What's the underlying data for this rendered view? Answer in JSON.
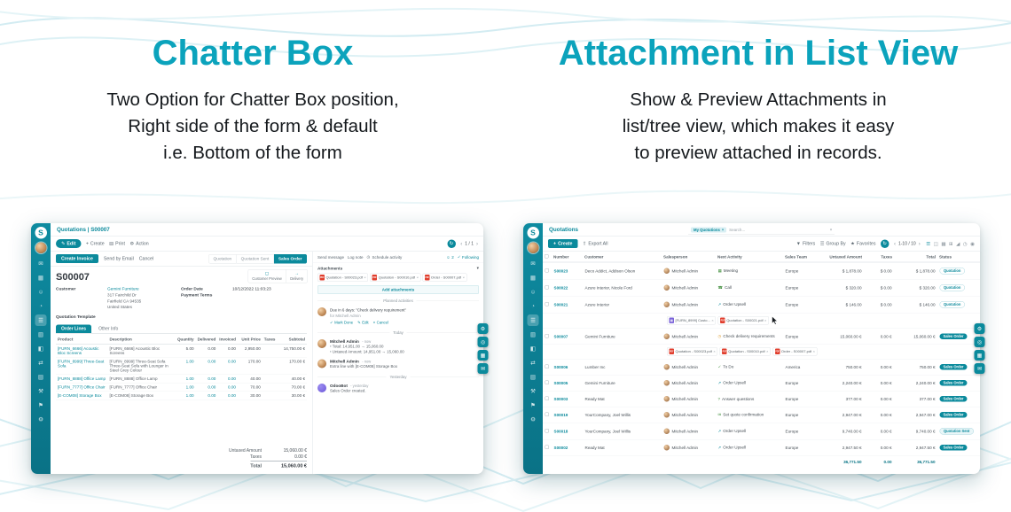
{
  "hero": {
    "left": {
      "title": "Chatter Box",
      "subtitle_lines": [
        "Two Option for Chatter Box position,",
        "Right side of the form & default",
        "i.e. Bottom of the form"
      ]
    },
    "right": {
      "title": "Attachment in List View",
      "subtitle_lines": [
        "Show & Preview Attachments in",
        "list/tree view, which makes it easy",
        "to preview attached in records."
      ]
    }
  },
  "colors": {
    "accent": "#0b8a9c",
    "heading": "#0ba3bc",
    "sidebar": "#0b7e90",
    "pdf_red": "#e03e2d",
    "wave": "#d8eef3"
  },
  "icons": {
    "edit": "✎",
    "plus": "+",
    "print": "▤",
    "gear": "⚙",
    "refresh": "↻",
    "chevron_left": "‹",
    "chevron_right": "›",
    "caret_down": "▾",
    "filter": "▼",
    "group_by": "☰",
    "star": "★",
    "clock": "◷",
    "check": "✓",
    "times": "×",
    "close": "×",
    "envelope": "✉",
    "phone": "☎",
    "upsell": "↗",
    "question": "?",
    "calendar": "▦",
    "person": "☺",
    "export": "⇧",
    "preview": "◻",
    "delivery": "→"
  },
  "sidebar": {
    "logo_text": "S",
    "icons": [
      {
        "name": "discuss-icon",
        "glyph": "✉"
      },
      {
        "name": "calendar-icon",
        "glyph": "▦"
      },
      {
        "name": "contacts-icon",
        "glyph": "☺"
      },
      {
        "name": "crm-icon",
        "glyph": "◔"
      },
      {
        "name": "sales-icon",
        "glyph": "☰",
        "active": true
      },
      {
        "name": "dashboard-icon",
        "glyph": "▥"
      },
      {
        "name": "inventory-icon",
        "glyph": "◧"
      },
      {
        "name": "purchase-icon",
        "glyph": "⇄"
      },
      {
        "name": "accounting-icon",
        "glyph": "▤"
      },
      {
        "name": "manufacturing-icon",
        "glyph": "⚒"
      },
      {
        "name": "marketing-icon",
        "glyph": "⚑"
      },
      {
        "name": "settings-icon",
        "glyph": "⚙"
      }
    ]
  },
  "fabs": [
    {
      "name": "theme-settings-icon",
      "glyph": "⚙"
    },
    {
      "name": "search-icon",
      "glyph": "◎"
    },
    {
      "name": "apps-icon",
      "glyph": "▦"
    },
    {
      "name": "chat-icon",
      "glyph": "✉"
    }
  ],
  "form_app": {
    "breadcrumb": "Quotations | S00007",
    "toolbar": {
      "edit": "Edit",
      "create": "Create",
      "print": "Print",
      "action": "Action",
      "pager": "1 / 1"
    },
    "buttons": {
      "create_invoice": "Create Invoice",
      "send_by_email": "Send by Email",
      "cancel": "Cancel"
    },
    "statusbar": [
      "Quotation",
      "Quotation Sent",
      "Sales Order"
    ],
    "stat_buttons": [
      {
        "label": "Customer Preview"
      },
      {
        "label": "Delivery"
      }
    ],
    "record": {
      "name": "S00007",
      "customer_label": "Customer",
      "customer": "Gemini Furniture",
      "address_lines": [
        "317 Fairchild Dr",
        "Fairfield CA 94535",
        "United States"
      ],
      "order_date_label": "Order Date",
      "order_date": "10/12/2022 11:03:23",
      "payment_terms_label": "Payment Terms",
      "quotation_template_label": "Quotation Template"
    },
    "tabs": [
      "Order Lines",
      "Other Info"
    ],
    "order_lines": {
      "headers": [
        "Product",
        "Description",
        "Quantity",
        "Delivered",
        "Invoiced",
        "Unit Price",
        "Taxes",
        "Subtotal"
      ],
      "rows": [
        {
          "product": "[FURN_6666] Acoustic Bloc Screens",
          "description": "[FURN_6666] Acoustic Bloc Screens",
          "quantity": "5.00",
          "delivered": "0.00",
          "invoiced": "0.00",
          "unit_price": "2,950.00",
          "taxes": "",
          "subtotal": "14,750.00 €"
        },
        {
          "product": "[FURN_8999] Three-Seat Sofa",
          "description": "[FURN_8999] Three-Seat Sofa\nThree-Seat Sofa with Lounger in Steel Grey Colour",
          "quantity": "1.00",
          "delivered": "0.00",
          "invoiced": "0.00",
          "unit_price": "170.00",
          "taxes": "",
          "subtotal": "170.00 €",
          "qty_teal": true
        },
        {
          "product": "[FURN_8888] Office Lamp",
          "description": "[FURN_8888] Office Lamp",
          "quantity": "1.00",
          "delivered": "0.00",
          "invoiced": "0.00",
          "unit_price": "40.00",
          "taxes": "",
          "subtotal": "40.00 €",
          "qty_teal": true
        },
        {
          "product": "[FURN_7777] Office Chair",
          "description": "[FURN_7777] Office Chair",
          "quantity": "1.00",
          "delivered": "0.00",
          "invoiced": "0.00",
          "unit_price": "70.00",
          "taxes": "",
          "subtotal": "70.00 €",
          "qty_teal": true
        },
        {
          "product": "[E-COM08] Storage Box",
          "description": "[E-COM08] Storage Box",
          "quantity": "1.00",
          "delivered": "0.00",
          "invoiced": "0.00",
          "unit_price": "30.00",
          "taxes": "",
          "subtotal": "30.00 €",
          "qty_teal": true
        }
      ]
    },
    "totals": {
      "untaxed_label": "Untaxed Amount",
      "untaxed": "15,060.00 €",
      "taxes_label": "Taxes",
      "taxes": "0.00 €",
      "total_label": "Total",
      "total": "15,060.00 €"
    },
    "chatter": {
      "send_message": "Send message",
      "log_note": "Log note",
      "schedule_activity": "Schedule activity",
      "followers_count": "2",
      "following_label": "Following",
      "attachments_title": "Attachments",
      "attachments": [
        "Quotation - S00023.pdf",
        "Quotation - S00010.pdf",
        "Order - S00007.pdf"
      ],
      "add_attachments_label": "Add attachments",
      "planned_activities_title": "Planned activities",
      "activity": {
        "summary": "Due in 6 days: \"Check delivery requirement\"",
        "assignee": "for Mitchell Admin",
        "mark_done": "Mark Done",
        "edit": "Edit",
        "cancel": "Cancel"
      },
      "today_label": "Today",
      "yesterday_label": "Yesterday",
      "messages": [
        {
          "author": "Mitchell Admin",
          "time": "- now",
          "lines": [
            "Total: 14,951.00 → 15,060.00",
            "Untaxed Amount: 14,951.00 → 15,060.00"
          ]
        },
        {
          "author": "Mitchell Admin",
          "time": "- now",
          "lines": [
            "Extra line with [E-COM08] Storage Box"
          ]
        },
        {
          "author": "OdooBot",
          "time": "- yesterday",
          "lines": [
            "Sales Order created."
          ]
        }
      ]
    }
  },
  "list_app": {
    "title": "Quotations",
    "search": {
      "facet": "My Quotations",
      "placeholder": "Search..."
    },
    "toolbar": {
      "create": "Create",
      "export_all": "Export All"
    },
    "controls": {
      "filters": "Filters",
      "group_by": "Group By",
      "favorites": "Favorites",
      "pager": "1-10 / 10"
    },
    "view_switcher": [
      {
        "name": "list-view-icon",
        "glyph": "☰",
        "active": true
      },
      {
        "name": "kanban-view-icon",
        "glyph": "◫"
      },
      {
        "name": "calendar-view-icon",
        "glyph": "▦"
      },
      {
        "name": "pivot-view-icon",
        "glyph": "⊞"
      },
      {
        "name": "graph-view-icon",
        "glyph": "◢"
      },
      {
        "name": "activity-view-icon",
        "glyph": "◷"
      },
      {
        "name": "map-view-icon",
        "glyph": "◉"
      }
    ],
    "table": {
      "headers": [
        "Number",
        "Customer",
        "Salesperson",
        "Next Activity",
        "Sales Team",
        "Untaxed Amount",
        "Taxes",
        "Total",
        "Status"
      ],
      "rows": [
        {
          "number": "S00023",
          "customer": "Deco Addict, Addison Olson",
          "salesperson": "Mitchell Admin",
          "activity": "Meeting",
          "activity_icon": "calendar",
          "activity_color": "g",
          "team": "Europe",
          "untaxed": "$ 1,878.00",
          "taxes": "$ 0.00",
          "total": "$ 1,878.00",
          "status": "Quotation"
        },
        {
          "number": "S00022",
          "customer": "Azure Interior, Nicole Ford",
          "salesperson": "Mitchell Admin",
          "activity": "Call",
          "activity_icon": "phone",
          "activity_color": "g",
          "team": "Europe",
          "untaxed": "$ 320.00",
          "taxes": "$ 0.00",
          "total": "$ 320.00",
          "status": "Quotation"
        },
        {
          "number": "S00021",
          "customer": "Azure Interior",
          "salesperson": "Mitchell Admin",
          "activity": "Order Upsell",
          "activity_icon": "upsell",
          "activity_color": "t",
          "team": "Europe",
          "untaxed": "$ 146.00",
          "taxes": "$ 0.00",
          "total": "$ 146.00",
          "status": "Quotation",
          "cursor": true,
          "attachments": [
            {
              "type": "image",
              "label": "[FURN_8999] Custo..."
            },
            {
              "type": "pdf",
              "label": "Quotation - S00021.pdf"
            }
          ]
        },
        {
          "number": "S00007",
          "customer": "Gemini Furniture",
          "salesperson": "Mitchell Admin",
          "activity": "Check delivery requirements",
          "activity_icon": "clock",
          "activity_color": "o",
          "team": "Europe",
          "untaxed": "15,060.00 €",
          "taxes": "0.00 €",
          "total": "15,060.00 €",
          "status": "Sales Order",
          "attachments": [
            {
              "type": "pdf",
              "label": "Quotation - S00023.pdf"
            },
            {
              "type": "pdf",
              "label": "Quotation - S00010.pdf"
            },
            {
              "type": "pdf",
              "label": "Order - S00007.pdf"
            }
          ]
        },
        {
          "number": "S00006",
          "customer": "Lumber Inc",
          "salesperson": "Mitchell Admin",
          "activity": "To Do",
          "activity_icon": "check",
          "activity_color": "g",
          "team": "America",
          "untaxed": "750.00 €",
          "taxes": "0.00 €",
          "total": "750.00 €",
          "status": "Sales Order"
        },
        {
          "number": "S00005",
          "customer": "Gemini Furniture",
          "salesperson": "Mitchell Admin",
          "activity": "Order Upsell",
          "activity_icon": "upsell",
          "activity_color": "t",
          "team": "Europe",
          "untaxed": "2,240.00 €",
          "taxes": "0.00 €",
          "total": "2,240.00 €",
          "status": "Sales Order"
        },
        {
          "number": "S00003",
          "customer": "Ready Mat",
          "salesperson": "Mitchell Admin",
          "activity": "Answer questions",
          "activity_icon": "question",
          "activity_color": "g",
          "team": "Europe",
          "untaxed": "377.00 €",
          "taxes": "0.00 €",
          "total": "377.00 €",
          "status": "Sales Order"
        },
        {
          "number": "S00019",
          "customer": "YourCompany, Joel Willis",
          "salesperson": "Mitchell Admin",
          "activity": "Set quote confirmation",
          "activity_icon": "envelope",
          "activity_color": "g",
          "team": "Europe",
          "untaxed": "2,947.00 €",
          "taxes": "0.00 €",
          "total": "2,947.00 €",
          "status": "Sales Order"
        },
        {
          "number": "S00018",
          "customer": "YourCompany, Joel Willis",
          "salesperson": "Mitchell Admin",
          "activity": "Order Upsell",
          "activity_icon": "upsell",
          "activity_color": "t",
          "team": "Europe",
          "untaxed": "9,740.00 €",
          "taxes": "0.00 €",
          "total": "9,740.00 €",
          "status": "Quotation Sent"
        },
        {
          "number": "S00002",
          "customer": "Ready Mat",
          "salesperson": "Mitchell Admin",
          "activity": "Order Upsell",
          "activity_icon": "upsell",
          "activity_color": "t",
          "team": "Europe",
          "untaxed": "2,947.50 €",
          "taxes": "0.00 €",
          "total": "2,947.50 €",
          "status": "Sales Order"
        }
      ],
      "footer": {
        "untaxed": "36,771.50",
        "taxes": "0.00",
        "total": "36,771.50"
      }
    }
  }
}
